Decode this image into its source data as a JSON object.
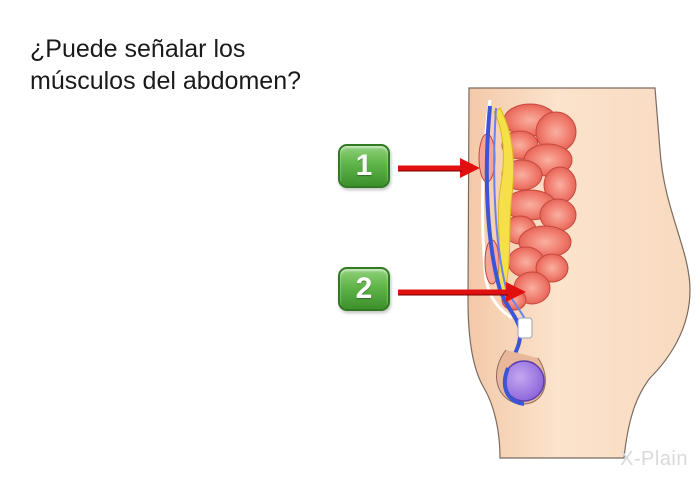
{
  "question": {
    "line1": "¿Puede señalar los",
    "line2": "músculos del abdomen?"
  },
  "callouts": [
    {
      "label": "1"
    },
    {
      "label": "2"
    }
  ],
  "logo": {
    "text": "X-Plain"
  },
  "colors": {
    "skin": "#f9ddc2",
    "intestine": "#f07c6e",
    "fat": "#f5e04a",
    "vessel": "#3a55d6",
    "arrow": "#e01010",
    "callout_green": "#5fb548"
  }
}
